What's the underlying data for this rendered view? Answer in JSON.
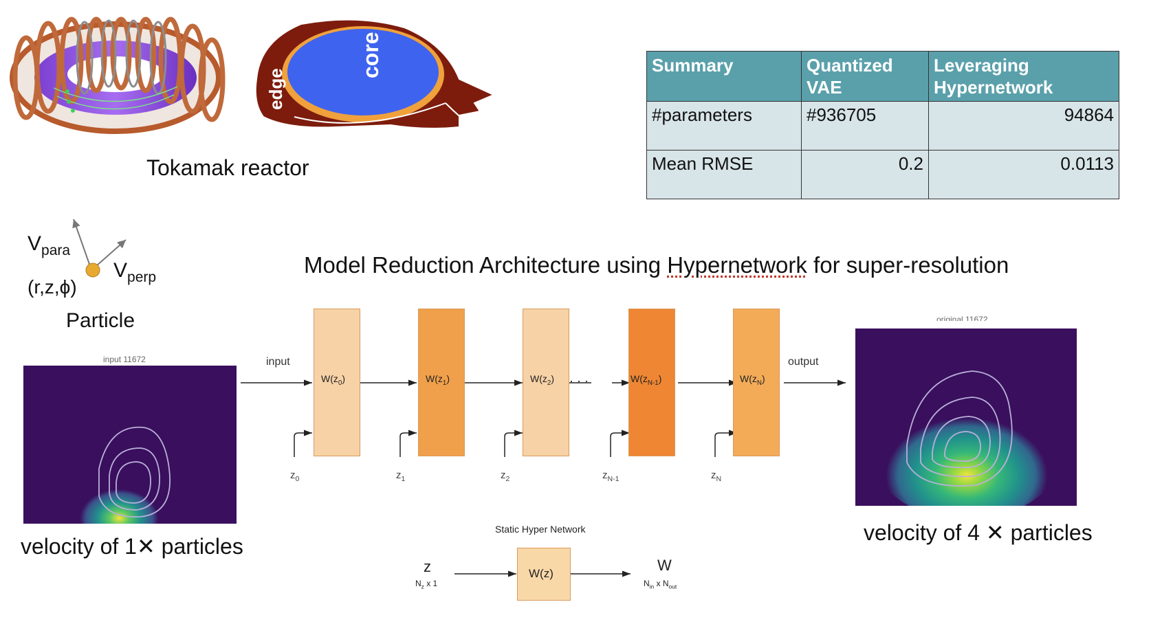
{
  "top": {
    "tokamak_label": "Tokamak reactor",
    "edge_label": "edge",
    "core_label": "core"
  },
  "summary_table": {
    "headers": [
      "Summary",
      "Quantized VAE",
      "Leveraging Hypernetwork"
    ],
    "rows": [
      [
        "#parameters",
        "#936705",
        "94864"
      ],
      [
        "Mean RMSE",
        "0.2",
        "0.0113"
      ]
    ]
  },
  "particle": {
    "v_para": "V",
    "v_para_sub": "para",
    "v_perp": "V",
    "v_perp_sub": "perp",
    "coords": "(r,z,ϕ)",
    "label": "Particle"
  },
  "architecture": {
    "title_part1": "Model Reduction Architecture using ",
    "title_part2": "Hypernetwork",
    "title_part3": " for super-resolution",
    "input_label": "input",
    "output_label": "output",
    "dots": "· · ·",
    "blocks": [
      {
        "w": "W(z",
        "sub": "0",
        "close": ")",
        "z": "z",
        "zsub": "0"
      },
      {
        "w": "W(z",
        "sub": "1",
        "close": ")",
        "z": "z",
        "zsub": "1"
      },
      {
        "w": "W(z",
        "sub": "2",
        "close": ")",
        "z": "z",
        "zsub": "2"
      },
      {
        "w": "W(z",
        "sub": "N-1",
        "close": ")",
        "z": "z",
        "zsub": "N-1"
      },
      {
        "w": "W(z",
        "sub": "N",
        "close": ")",
        "z": "z",
        "zsub": "N"
      }
    ],
    "block_colors": [
      "#f7d2a6",
      "#f0a04a",
      "#f7d2a6",
      "#ee8633",
      "#f3ab58"
    ]
  },
  "static_hyper": {
    "title": "Static Hyper Network",
    "z": "z",
    "z_dim": "N",
    "z_dim_sub": "z",
    "z_dim_rest": " x 1",
    "block": "W(z)",
    "w": "W",
    "w_dim_a": "N",
    "w_dim_a_sub": "in",
    "w_dim_mid": " x N",
    "w_dim_b_sub": "out"
  },
  "images": {
    "input_title": "input 11672",
    "output_title": "original 11672",
    "input_caption": "velocity of 1✕ particles",
    "output_caption": "velocity of 4 ✕  particles"
  }
}
